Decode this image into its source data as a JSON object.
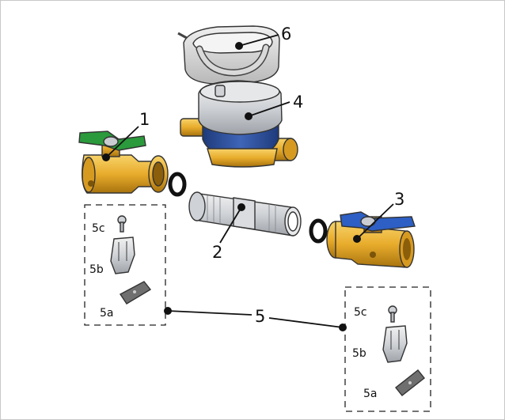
{
  "labels": {
    "valve_left": "1",
    "spool": "2",
    "valve_right": "3",
    "meter": "4",
    "bracket_kit": "5",
    "cap": "6"
  },
  "kit_left": {
    "screw": "5c",
    "bracket": "5b",
    "plate": "5a"
  },
  "kit_right": {
    "screw": "5c",
    "bracket": "5b",
    "plate": "5a"
  },
  "colors": {
    "brass": "#e8ac2c",
    "brass_dark": "#b27d12",
    "meter_blue": "#2e4e9a",
    "meter_silver": "#c9ccd1",
    "handle_green": "#2a9a3c",
    "handle_blue": "#2d5fc4",
    "gasket": "#111111",
    "cap_grey": "#dcdcdc"
  }
}
